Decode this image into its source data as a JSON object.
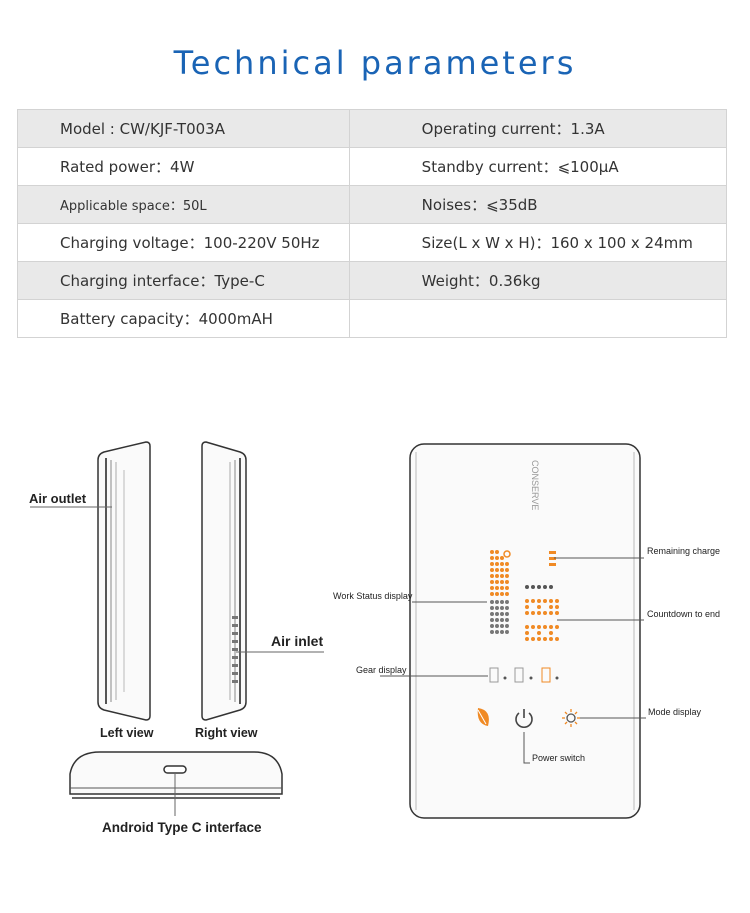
{
  "title": "Technical parameters",
  "params": {
    "rows": [
      {
        "left": "Model : CW/KJF-T003A",
        "right": "Operating current：1.3A"
      },
      {
        "left": "Rated power：4W",
        "right": "Standby current：⩽100μA"
      },
      {
        "left": "Applicable space：50L",
        "right": "Noises：⩽35dB"
      },
      {
        "left": "Charging voltage：100-220V 50Hz",
        "right": "Size(L x W x H)：160 x 100 x 24mm"
      },
      {
        "left": "Charging interface：Type-C",
        "right": "Weight：0.36kg"
      },
      {
        "left": "Battery capacity：4000mAH",
        "right": ""
      }
    ]
  },
  "side_diagram": {
    "air_outlet": "Air outlet",
    "air_inlet": "Air inlet",
    "left_view": "Left view",
    "right_view": "Right view",
    "type_c": "Android Type C interface"
  },
  "front_diagram": {
    "remaining_charge": "Remaining charge",
    "work_status": "Work Status display",
    "countdown": "Countdown to end",
    "gear_display": "Gear display",
    "mode_display": "Mode display",
    "power_switch": "Power switch",
    "brand_text": "CONSERVE"
  },
  "colors": {
    "title": "#1a64b5",
    "row_shade": "#e9e9e9",
    "accent_orange": "#f08a24"
  }
}
